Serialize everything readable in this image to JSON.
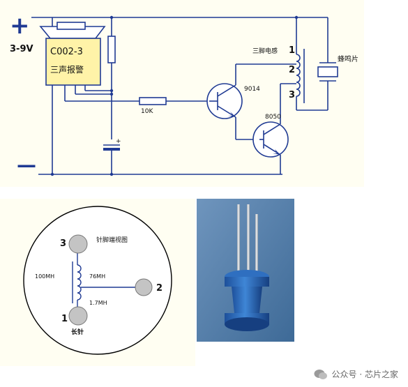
{
  "schematic": {
    "supply_plus": "+",
    "supply_voltage": "3-9V",
    "supply_minus": "—",
    "ic_part": "C002-3",
    "ic_desc": "三声报警",
    "resistor_base_label": "10K",
    "transistor_q1": "9014",
    "transistor_q2": "8050",
    "inductor_label": "三脚电感",
    "buzzer_label": "蜂鸣片",
    "pin1": "1",
    "pin2": "2",
    "pin3": "3",
    "cap_polarity": "+"
  },
  "pinout": {
    "title": "针脚端视图",
    "pin1": "1",
    "pin2": "2",
    "pin3": "3",
    "inductance_total": "100MH",
    "inductance_upper": "76MH",
    "inductance_lower": "1.7MH",
    "long_pin": "长针"
  },
  "watermark": {
    "text": "公众号 · 芯片之家"
  },
  "colors": {
    "wire": "#1f3a93",
    "panel_bg": "#fffef2",
    "ic_fill": "#fff3a8",
    "pin_fill": "#c4c4c4",
    "coil_body": "#2f6fc0"
  }
}
